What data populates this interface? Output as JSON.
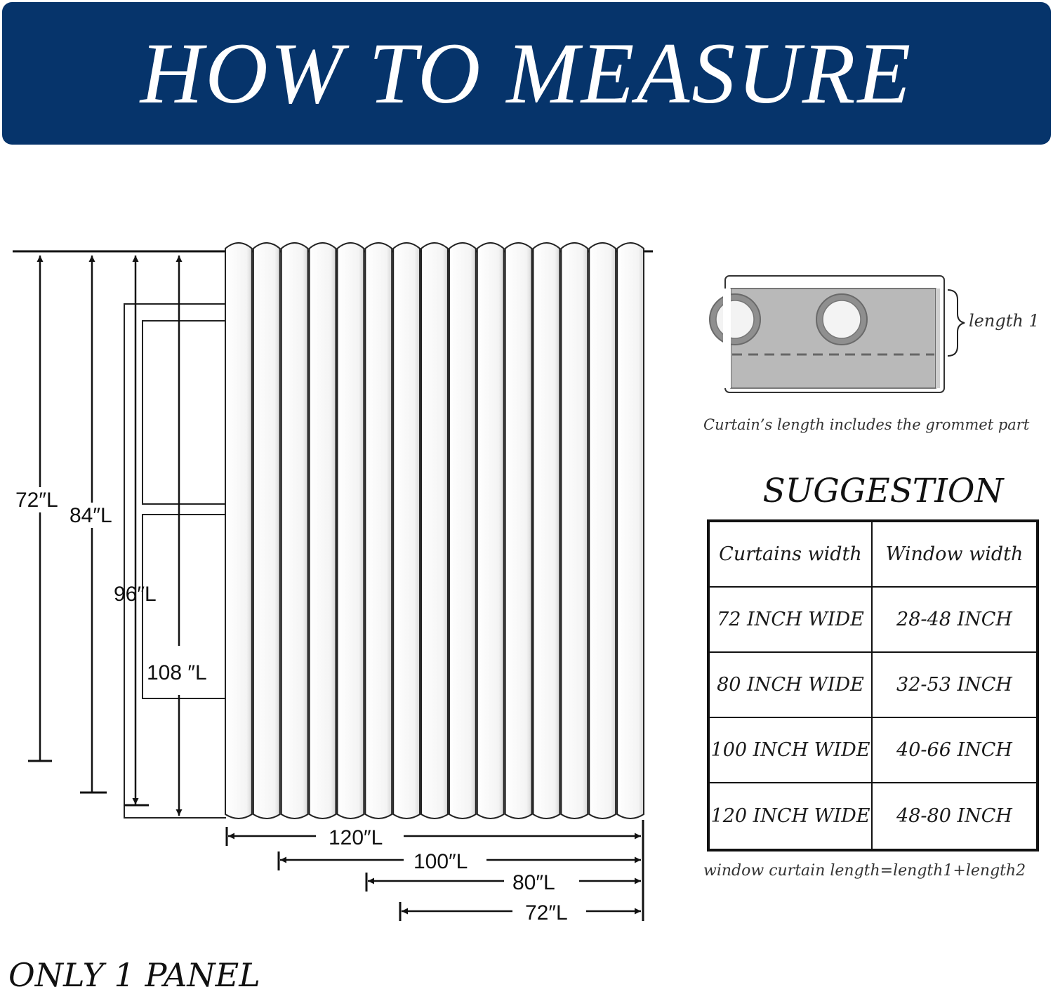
{
  "header": {
    "title": "HOW TO MEASURE"
  },
  "lengths": {
    "l72": "72″L",
    "l84": "84″L",
    "l96": "96″L",
    "l108": "108 ″L"
  },
  "widths": {
    "w120": "120″L",
    "w100": "100″L",
    "w80": "80″L",
    "w72": "72″L"
  },
  "grommet": {
    "length_label": "length 1",
    "caption": "Curtain’s length includes the grommet part"
  },
  "suggestion": {
    "title": "SUGGESTION",
    "headers": [
      "Curtains width",
      "Window width"
    ],
    "rows": [
      [
        "72 INCH WIDE",
        "28-48 INCH"
      ],
      [
        "80 INCH WIDE",
        "32-53 INCH"
      ],
      [
        "100 INCH WIDE",
        "40-66 INCH"
      ],
      [
        "120 INCH WIDE",
        "48-80 INCH"
      ]
    ],
    "formula": "window curtain length=length1+length2"
  },
  "footer": {
    "panel_note": "ONLY 1 PANEL"
  },
  "colors": {
    "header_bg": "#06346b",
    "header_text": "#ffffff",
    "grommet_fabric": "#b9b9b9"
  },
  "icons": [
    "curtain-panel-illustration",
    "grommet-closeup-illustration",
    "dimension-arrow-icon",
    "curly-brace-icon"
  ]
}
